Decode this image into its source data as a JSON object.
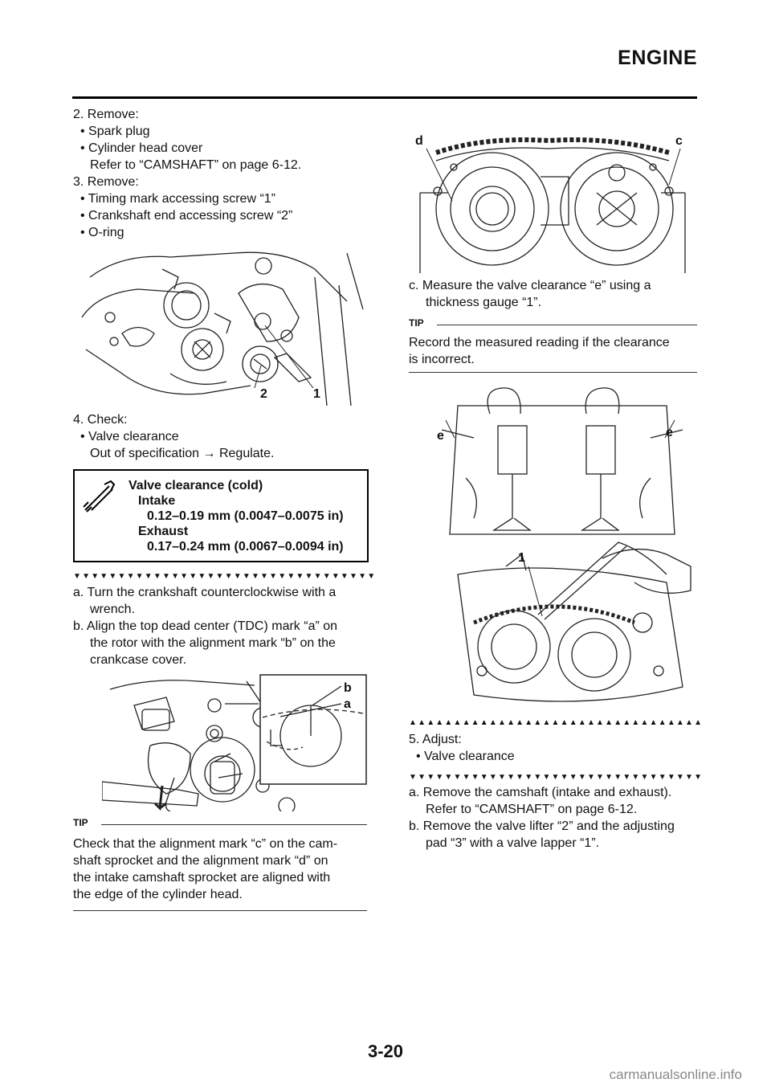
{
  "header": {
    "title": "ENGINE"
  },
  "left_column": {
    "step2": {
      "label": "2. Remove:",
      "items": [
        "• Spark plug",
        "• Cylinder head cover"
      ],
      "ref": "Refer to “CAMSHAFT” on page 6-12."
    },
    "step3": {
      "label": "3. Remove:",
      "items": [
        "• Timing mark accessing screw “1”",
        "• Crankshaft end accessing screw “2”",
        "• O-ring"
      ]
    },
    "fig1_callouts": [
      "2",
      "1"
    ],
    "step4": {
      "label": "4. Check:",
      "items": [
        "• Valve clearance"
      ],
      "result": "Out of specification → Regulate."
    },
    "spec": {
      "title": "Valve clearance (cold)",
      "intake_label": "Intake",
      "intake_value": "0.12–0.19 mm (0.0047–0.0075 in)",
      "exhaust_label": "Exhaust",
      "exhaust_value": "0.17–0.24 mm (0.0067–0.0094 in)"
    },
    "arrow_row": "▼▼▼▼▼▼▼▼▼▼▼▼▼▼▼▼▼▼▼▼▼▼▼▼▼▼▼▼▼▼▼▼▼▼",
    "substeps": [
      {
        "lines": [
          "a.  Turn the crankshaft counterclockwise with a",
          "wrench."
        ]
      },
      {
        "lines": [
          "b.  Align the top dead center (TDC) mark “a” on",
          "the rotor with the alignment mark “b” on the",
          "crankcase cover."
        ]
      }
    ],
    "fig2_callouts": [
      "b",
      "a"
    ],
    "tip": {
      "label": "TIP",
      "lines": [
        "Check that the alignment mark “c” on the cam-",
        "shaft sprocket and the alignment mark “d” on",
        "the intake camshaft sprocket are aligned with",
        "the edge of the cylinder head."
      ]
    }
  },
  "right_column": {
    "fig3_callouts": [
      "d",
      "c"
    ],
    "sub_c": {
      "lines": [
        "c.  Measure the valve clearance “e” using a",
        "thickness gauge “1”."
      ]
    },
    "tip": {
      "label": "TIP",
      "lines": [
        "Record the measured reading if the clearance",
        "is incorrect."
      ]
    },
    "fig4_callouts": [
      "e",
      "e",
      "1"
    ],
    "arrow_row_up": "▲▲▲▲▲▲▲▲▲▲▲▲▲▲▲▲▲▲▲▲▲▲▲▲▲▲▲▲▲▲▲▲▲",
    "step5": {
      "label": "5. Adjust:",
      "items": [
        "• Valve clearance"
      ]
    },
    "arrow_row_down": "▼▼▼▼▼▼▼▼▼▼▼▼▼▼▼▼▼▼▼▼▼▼▼▼▼▼▼▼▼▼▼▼▼",
    "substeps": [
      {
        "lines": [
          "a.  Remove the camshaft (intake and exhaust).",
          "Refer to “CAMSHAFT” on page 6-12."
        ]
      },
      {
        "lines": [
          "b.  Remove the valve lifter “2” and the adjusting",
          "pad “3” with a valve lapper “1”."
        ]
      }
    ]
  },
  "footer": {
    "page_number": "3-20",
    "watermark": "carmanualsonline.info"
  }
}
